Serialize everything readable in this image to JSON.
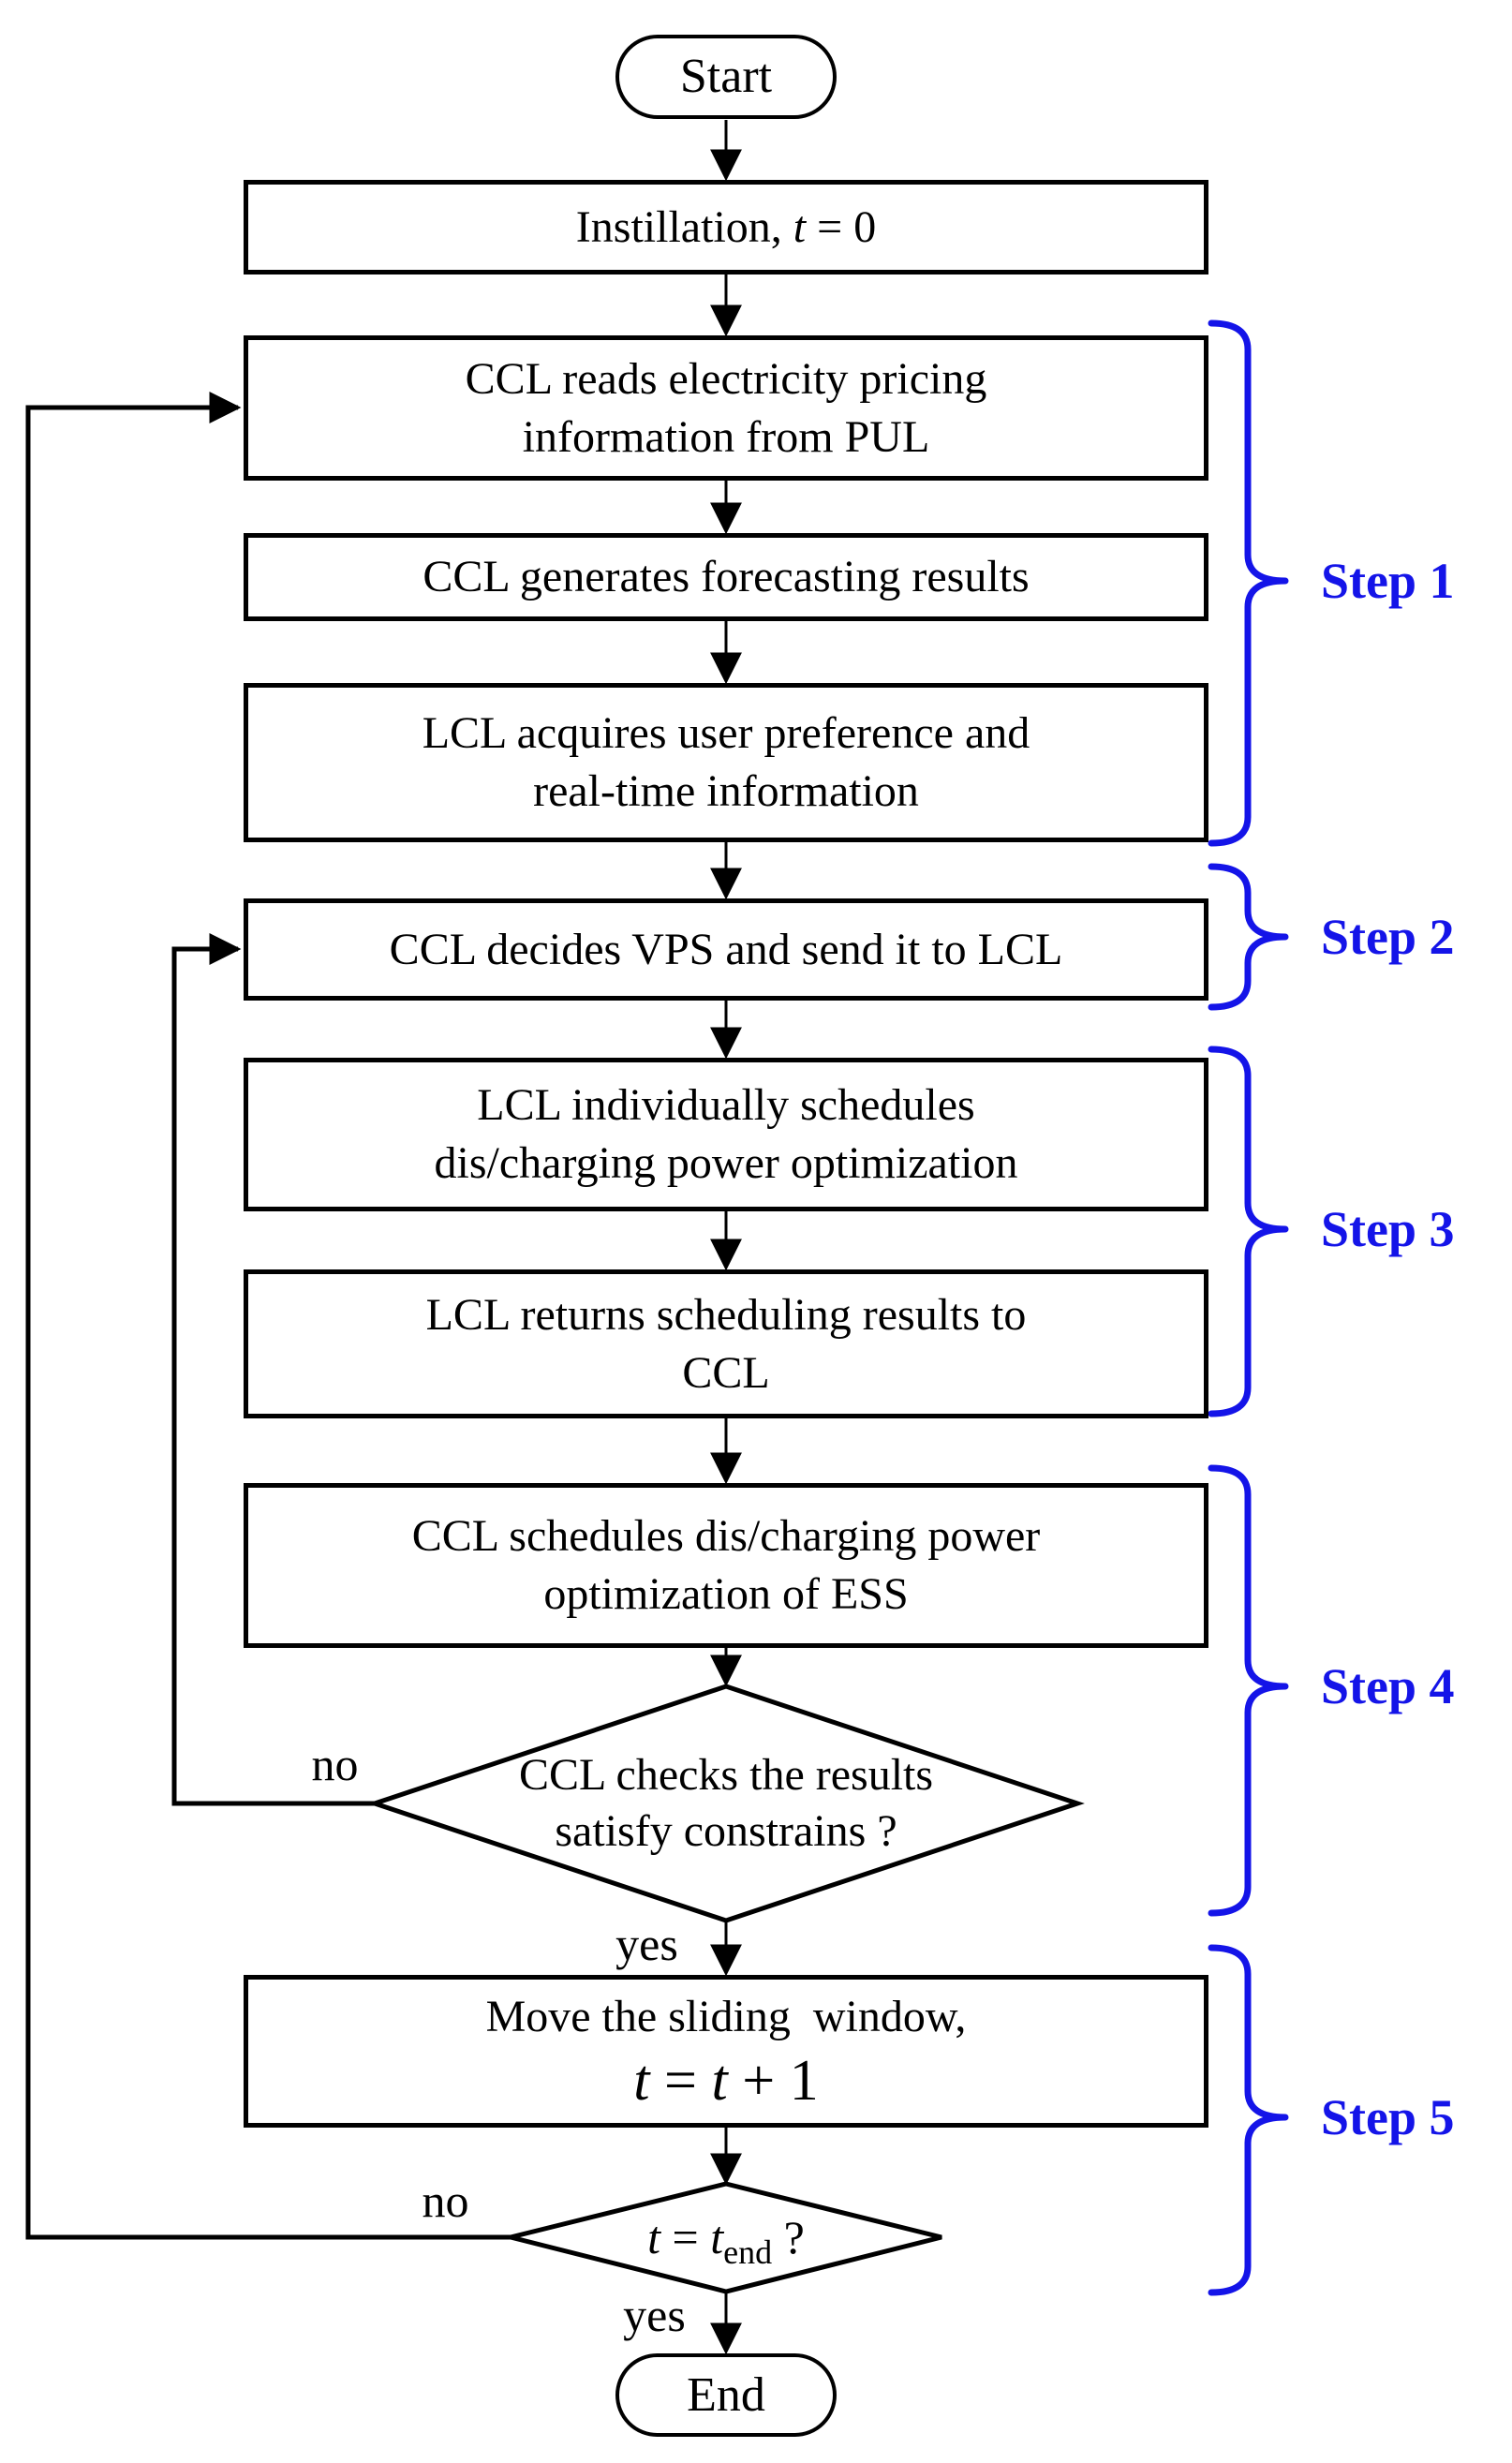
{
  "colors": {
    "accent_blue": "#1414e8",
    "line_black": "#000000",
    "background": "#ffffff"
  },
  "nodes": {
    "start": "Start",
    "init": {
      "pre": "Instillation, ",
      "var": "t",
      "post": " = 0"
    },
    "read": {
      "line1": "CCL reads electricity pricing",
      "line2": "information from PUL"
    },
    "forecast": "CCL generates forecasting results",
    "acquire": {
      "line1": "LCL acquires user preference and",
      "line2": "real-time information"
    },
    "decide": "CCL decides VPS and send it to LCL",
    "schedule_lcl": {
      "line1": "LCL individually schedules",
      "line2": "dis/charging power optimization"
    },
    "return_lcl": {
      "line1": "LCL returns scheduling results to",
      "line2": "CCL"
    },
    "schedule_ccl": {
      "line1": "CCL schedules dis/charging power",
      "line2": "optimization of ESS"
    },
    "check": {
      "line1": "CCL checks the results",
      "line2": "satisfy constrains ?"
    },
    "move": {
      "line1": "Move the sliding  window,",
      "eq": {
        "v1": "t",
        "op": " = ",
        "v2": "t",
        "rest": " + 1"
      }
    },
    "tend": {
      "v1": "t",
      "op": " = ",
      "v2": "t",
      "sub": "end",
      "post": " ?"
    },
    "end": "End"
  },
  "edges": {
    "no1": "no",
    "yes1": "yes",
    "no2": "no",
    "yes2": "yes"
  },
  "steps": [
    "Step 1",
    "Step 2",
    "Step 3",
    "Step 4",
    "Step 5"
  ]
}
